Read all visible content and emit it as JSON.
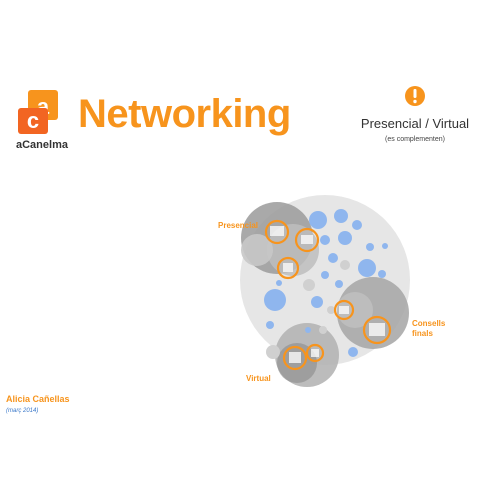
{
  "header": {
    "logo_caption": "aCanelma",
    "title": "Networking"
  },
  "note": {
    "icon": "exclamation-icon",
    "title": "Presencial / Virtual",
    "subtitle": "(es complementen)"
  },
  "diagram": {
    "labels": {
      "presencial": "Presencial",
      "virtual": "Virtual",
      "consells": "Consells finals"
    }
  },
  "footer": {
    "author": "Alicia Cañellas",
    "date": "(març 2014)"
  },
  "colors": {
    "accent": "#f7941d",
    "bubble_blue": "#8fb6ee",
    "circle_gray": "#e6e6e6"
  }
}
